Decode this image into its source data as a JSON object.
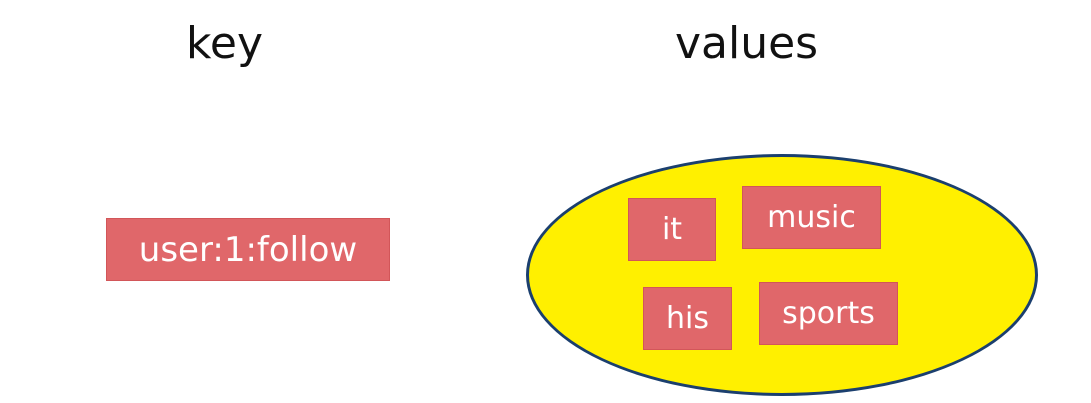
{
  "headings": {
    "key": "key",
    "values": "values"
  },
  "key_box": {
    "label": "user:1:follow"
  },
  "set_members": [
    "it",
    "music",
    "his",
    "sports"
  ],
  "colors": {
    "box_fill": "#e0676a",
    "box_text": "#ffffff",
    "set_fill": "#fff000",
    "set_border": "#1b3f6e"
  }
}
